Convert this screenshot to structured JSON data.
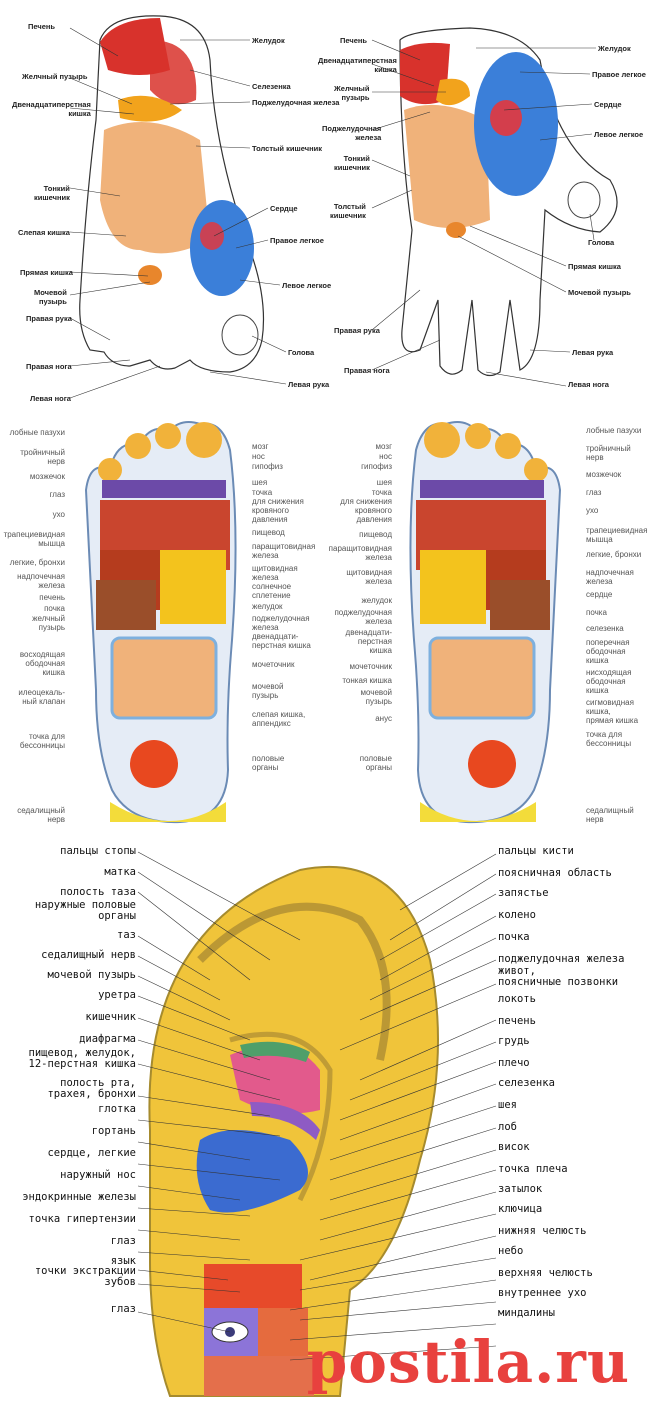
{
  "hand_foot_panel": {
    "foot_labels_left": [
      "Печень",
      "Желчный пузырь",
      "Двенадцатиперстная\nкишка",
      "Тонкий\nкишечник",
      "Слепая кишка",
      "Прямая кишка",
      "Мочевой\nпузырь",
      "Правая рука",
      "Правая нога",
      "Левая нога"
    ],
    "foot_labels_right": [
      "Желудок",
      "Селезенка",
      "Поджелудочная железа",
      "Толстый кишечник",
      "Сердце",
      "Правое легкое",
      "Левое легкое",
      "Голова",
      "Левая рука"
    ],
    "hand_labels_left": [
      "Печень",
      "Двенадцатиперстная\nкишка",
      "Желчный\nпузырь",
      "Поджелудочная\nжелеза",
      "Тонкий\nкишечник",
      "Толстый\nкишечник",
      "Правая рука",
      "Правая нога"
    ],
    "hand_labels_right": [
      "Желудок",
      "Правое легкое",
      "Сердце",
      "Левое легкое",
      "Голова",
      "Прямая кишка",
      "Мочевой пузырь",
      "Левая рука",
      "Левая нога"
    ]
  },
  "foot_panel": {
    "left_outer": [
      "лобные пазухи",
      "тройничный\nнерв",
      "мозжечок",
      "глаз",
      "ухо",
      "трапециевидная\nмышца",
      "легкие, бронхи",
      "надпочечная\nжелеза",
      "печень",
      "почка",
      "желчный\nпузырь",
      "восходящая\nободочная\nкишка",
      "илеоцекаль-\nный клапан",
      "точка для\nбессонницы",
      "седалищный\nнерв"
    ],
    "left_inner": [
      "мозг",
      "нос",
      "гипофиз",
      "шея",
      "точка\nдля снижения\nкровяного\nдавления",
      "пищевод",
      "паращитовидная\nжелеза",
      "щитовидная\nжелеза",
      "солнечное\nсплетение",
      "желудок",
      "поджелудочная\nжелеза",
      "двенадцати-\nперстная кишка",
      "мочеточник",
      "мочевой\nпузырь",
      "слепая кишка,\nаппендикс",
      "половые\nорганы"
    ],
    "right_inner": [
      "мозг",
      "нос",
      "гипофиз",
      "шея",
      "точка\nдля снижения\nкровяного\nдавления",
      "пищевод",
      "паращитовидная\nжелеза",
      "щитовидная\nжелеза",
      "желудок",
      "поджелудочная\nжелеза",
      "двенадцати-\nперстная\nкишка",
      "мочеточник",
      "тонкая кишка",
      "мочевой\nпузырь",
      "анус",
      "половые\nорганы"
    ],
    "right_outer": [
      "лобные пазухи",
      "тройничный\nнерв",
      "мозжечок",
      "глаз",
      "ухо",
      "трапециевидная\nмышца",
      "легкие, бронхи",
      "надпочечная\nжелеза",
      "сердце",
      "почка",
      "селезенка",
      "поперечная\nободочная\nкишка",
      "нисходящая\nободочная\nкишка",
      "сигмовидная\nкишка,\nпрямая кишка",
      "точка для\nбессонницы",
      "седалищный\nнерв"
    ]
  },
  "ear_panel": {
    "left": [
      "пальцы стопы",
      "матка",
      "полость таза",
      "наружные половые\nорганы",
      "таз",
      "седалищный нерв",
      "мочевой пузырь",
      "уретра",
      "кишечник",
      "диафрагма",
      "пищевод, желудок,\n12-перстная кишка",
      "полость рта,\nтрахея, бронхи",
      "глотка",
      "гортань",
      "сердце, легкие",
      "наружный нос",
      "эндокринные железы",
      "точка гипертензии",
      "глаз",
      "язык",
      "точки экстракции\nзубов",
      "глаз"
    ],
    "right": [
      "пальцы кисти",
      "поясничная область",
      "запястье",
      "колено",
      "почка",
      "поджелудочная железа",
      "живот,\nпоясничные позвонки",
      "локоть",
      "печень",
      "грудь",
      "плечо",
      "селезенка",
      "шея",
      "лоб",
      "висок",
      "точка плеча",
      "затылок",
      "ключица",
      "нижняя челюсть",
      "небо",
      "верхняя челюсть",
      "внутреннее ухо",
      "миндалины"
    ]
  },
  "watermark": "postila.ru",
  "colors": {
    "liver": "#d8322c",
    "intestine": "#f0b27a",
    "lung": "#3b7fd9",
    "ear": "#f0c43a",
    "watermark": "#e8413e"
  }
}
